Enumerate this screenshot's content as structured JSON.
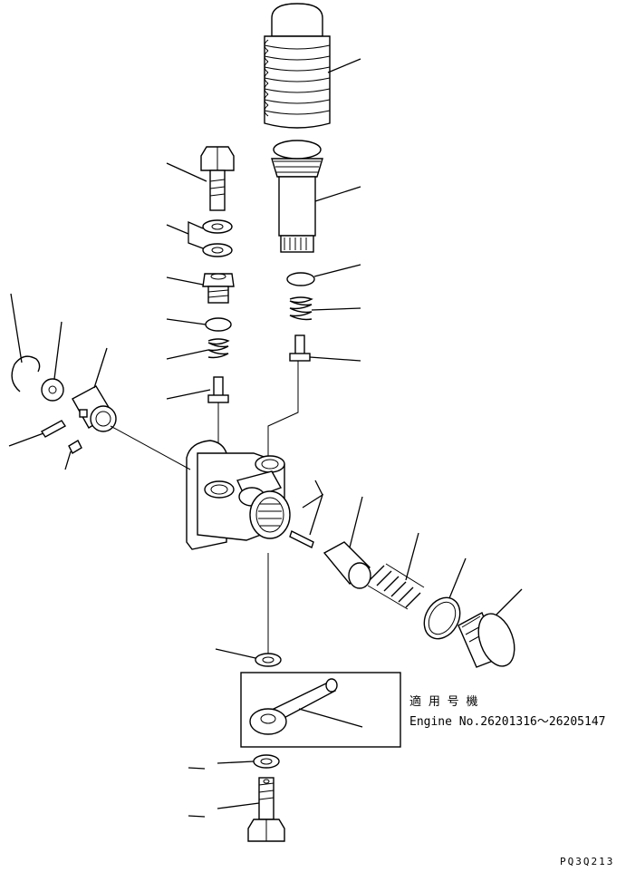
{
  "note": {
    "line1": "適 用 号 機",
    "line2": "Engine No.26201316～26205147"
  },
  "drawing_code": "PQ3Q213",
  "icons": {
    "bellows": "rubber-bellows-cap-icon",
    "pump_body": "pump-body-icon",
    "plug": "threaded-plug-icon"
  }
}
